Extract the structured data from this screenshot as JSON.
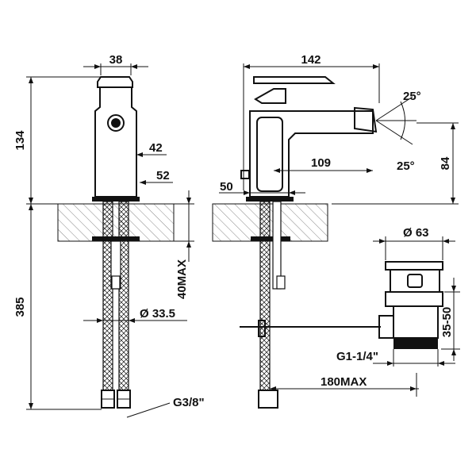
{
  "dimensions": {
    "width_top": "38",
    "height_body": "134",
    "dim_42": "42",
    "dim_52": "52",
    "total_height": "385",
    "max_40": "40MAX",
    "dia_33_5": "Ø 33.5",
    "thread_g38": "G3/8\"",
    "width_142": "142",
    "angle_top": "25°",
    "angle_bottom": "25°",
    "dim_109": "109",
    "dim_84": "84",
    "dim_50": "50",
    "dia_63": "Ø 63",
    "range_35_50": "35-50",
    "thread_g114": "G1-1/4\"",
    "max_180": "180MAX"
  },
  "colors": {
    "line": "#111111",
    "background": "#ffffff",
    "hatch": "#888888"
  }
}
